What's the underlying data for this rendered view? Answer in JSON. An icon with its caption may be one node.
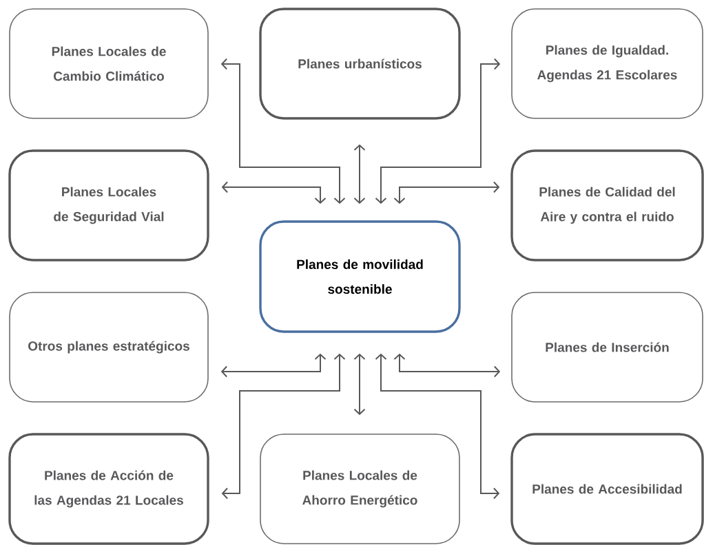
{
  "diagram": {
    "nodes": [
      {
        "text": [
          "Planes Locales de Cambio Climático"
        ]
      },
      {
        "text": [
          "Planes urbanísticos"
        ]
      },
      {
        "text": [
          "Planes de Igualdad. Agendas 21 Escolares"
        ]
      },
      {
        "text": [
          "Planes Locales de Seguridad Vial"
        ]
      },
      {
        "text": [
          "Planes de Calidad del Aire y contra el ruido"
        ]
      },
      {
        "text": [
          "Planes de movilidad sostenible"
        ]
      },
      {
        "text": [
          "Otros planes estratégicos"
        ]
      },
      {
        "text": [
          "Planes de Inserción"
        ]
      },
      {
        "text": [
          "Planes de Acción de las Agendas 21 Locales"
        ]
      },
      {
        "text": [
          "Planes Locales de Ahorro Energético"
        ]
      },
      {
        "text": [
          "Planes de Accesibilidad"
        ]
      }
    ],
    "edges": [
      {
        "from": 5,
        "to": 0,
        "arrow": "both"
      },
      {
        "from": 5,
        "to": 1,
        "arrow": "both"
      },
      {
        "from": 5,
        "to": 2,
        "arrow": "both"
      },
      {
        "from": 5,
        "to": 3,
        "arrow": "both"
      },
      {
        "from": 5,
        "to": 4,
        "arrow": "both"
      },
      {
        "from": 5,
        "to": 6,
        "arrow": "both"
      },
      {
        "from": 5,
        "to": 7,
        "arrow": "both"
      },
      {
        "from": 5,
        "to": 8,
        "arrow": "both"
      },
      {
        "from": 5,
        "to": 9,
        "arrow": "both"
      },
      {
        "from": 5,
        "to": 10,
        "arrow": "both"
      }
    ]
  }
}
